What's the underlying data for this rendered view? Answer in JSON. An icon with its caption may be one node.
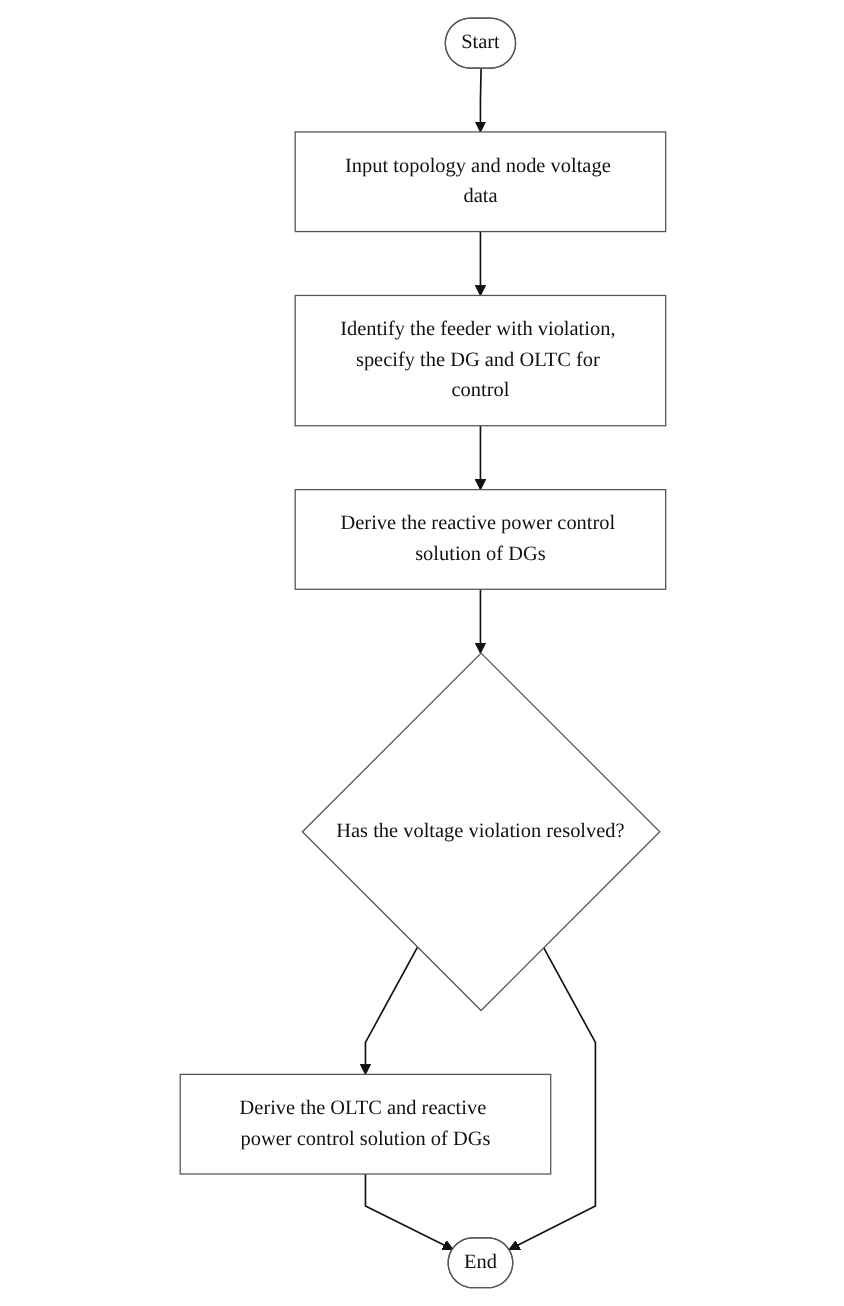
{
  "diagram": {
    "nodes": [
      {
        "text": [
          "Start"
        ]
      },
      {
        "text": [
          "Input topology and node voltage data"
        ]
      },
      {
        "text": [
          "Identify the feeder with violation, specify the DG and OLTC for control"
        ]
      },
      {
        "text": [
          "Derive the reactive power control solution of DGs"
        ]
      },
      {
        "text": [
          "Has the voltage violation resolved?"
        ]
      },
      {
        "text": [
          "Derive the OLTC and reactive power control solution of DGs"
        ]
      },
      {
        "text": [
          "End"
        ]
      }
    ],
    "edges": [
      {
        "from": 0,
        "to": 1,
        "arrow": "to"
      },
      {
        "from": 1,
        "to": 2,
        "arrow": "to"
      },
      {
        "from": 2,
        "to": 3,
        "arrow": "to"
      },
      {
        "from": 3,
        "to": 4,
        "arrow": "to"
      },
      {
        "from": 4,
        "to": 5,
        "arrow": "to"
      },
      {
        "from": 5,
        "to": 6,
        "arrow": "to"
      },
      {
        "from": 4,
        "to": 6,
        "arrow": "to"
      }
    ]
  }
}
